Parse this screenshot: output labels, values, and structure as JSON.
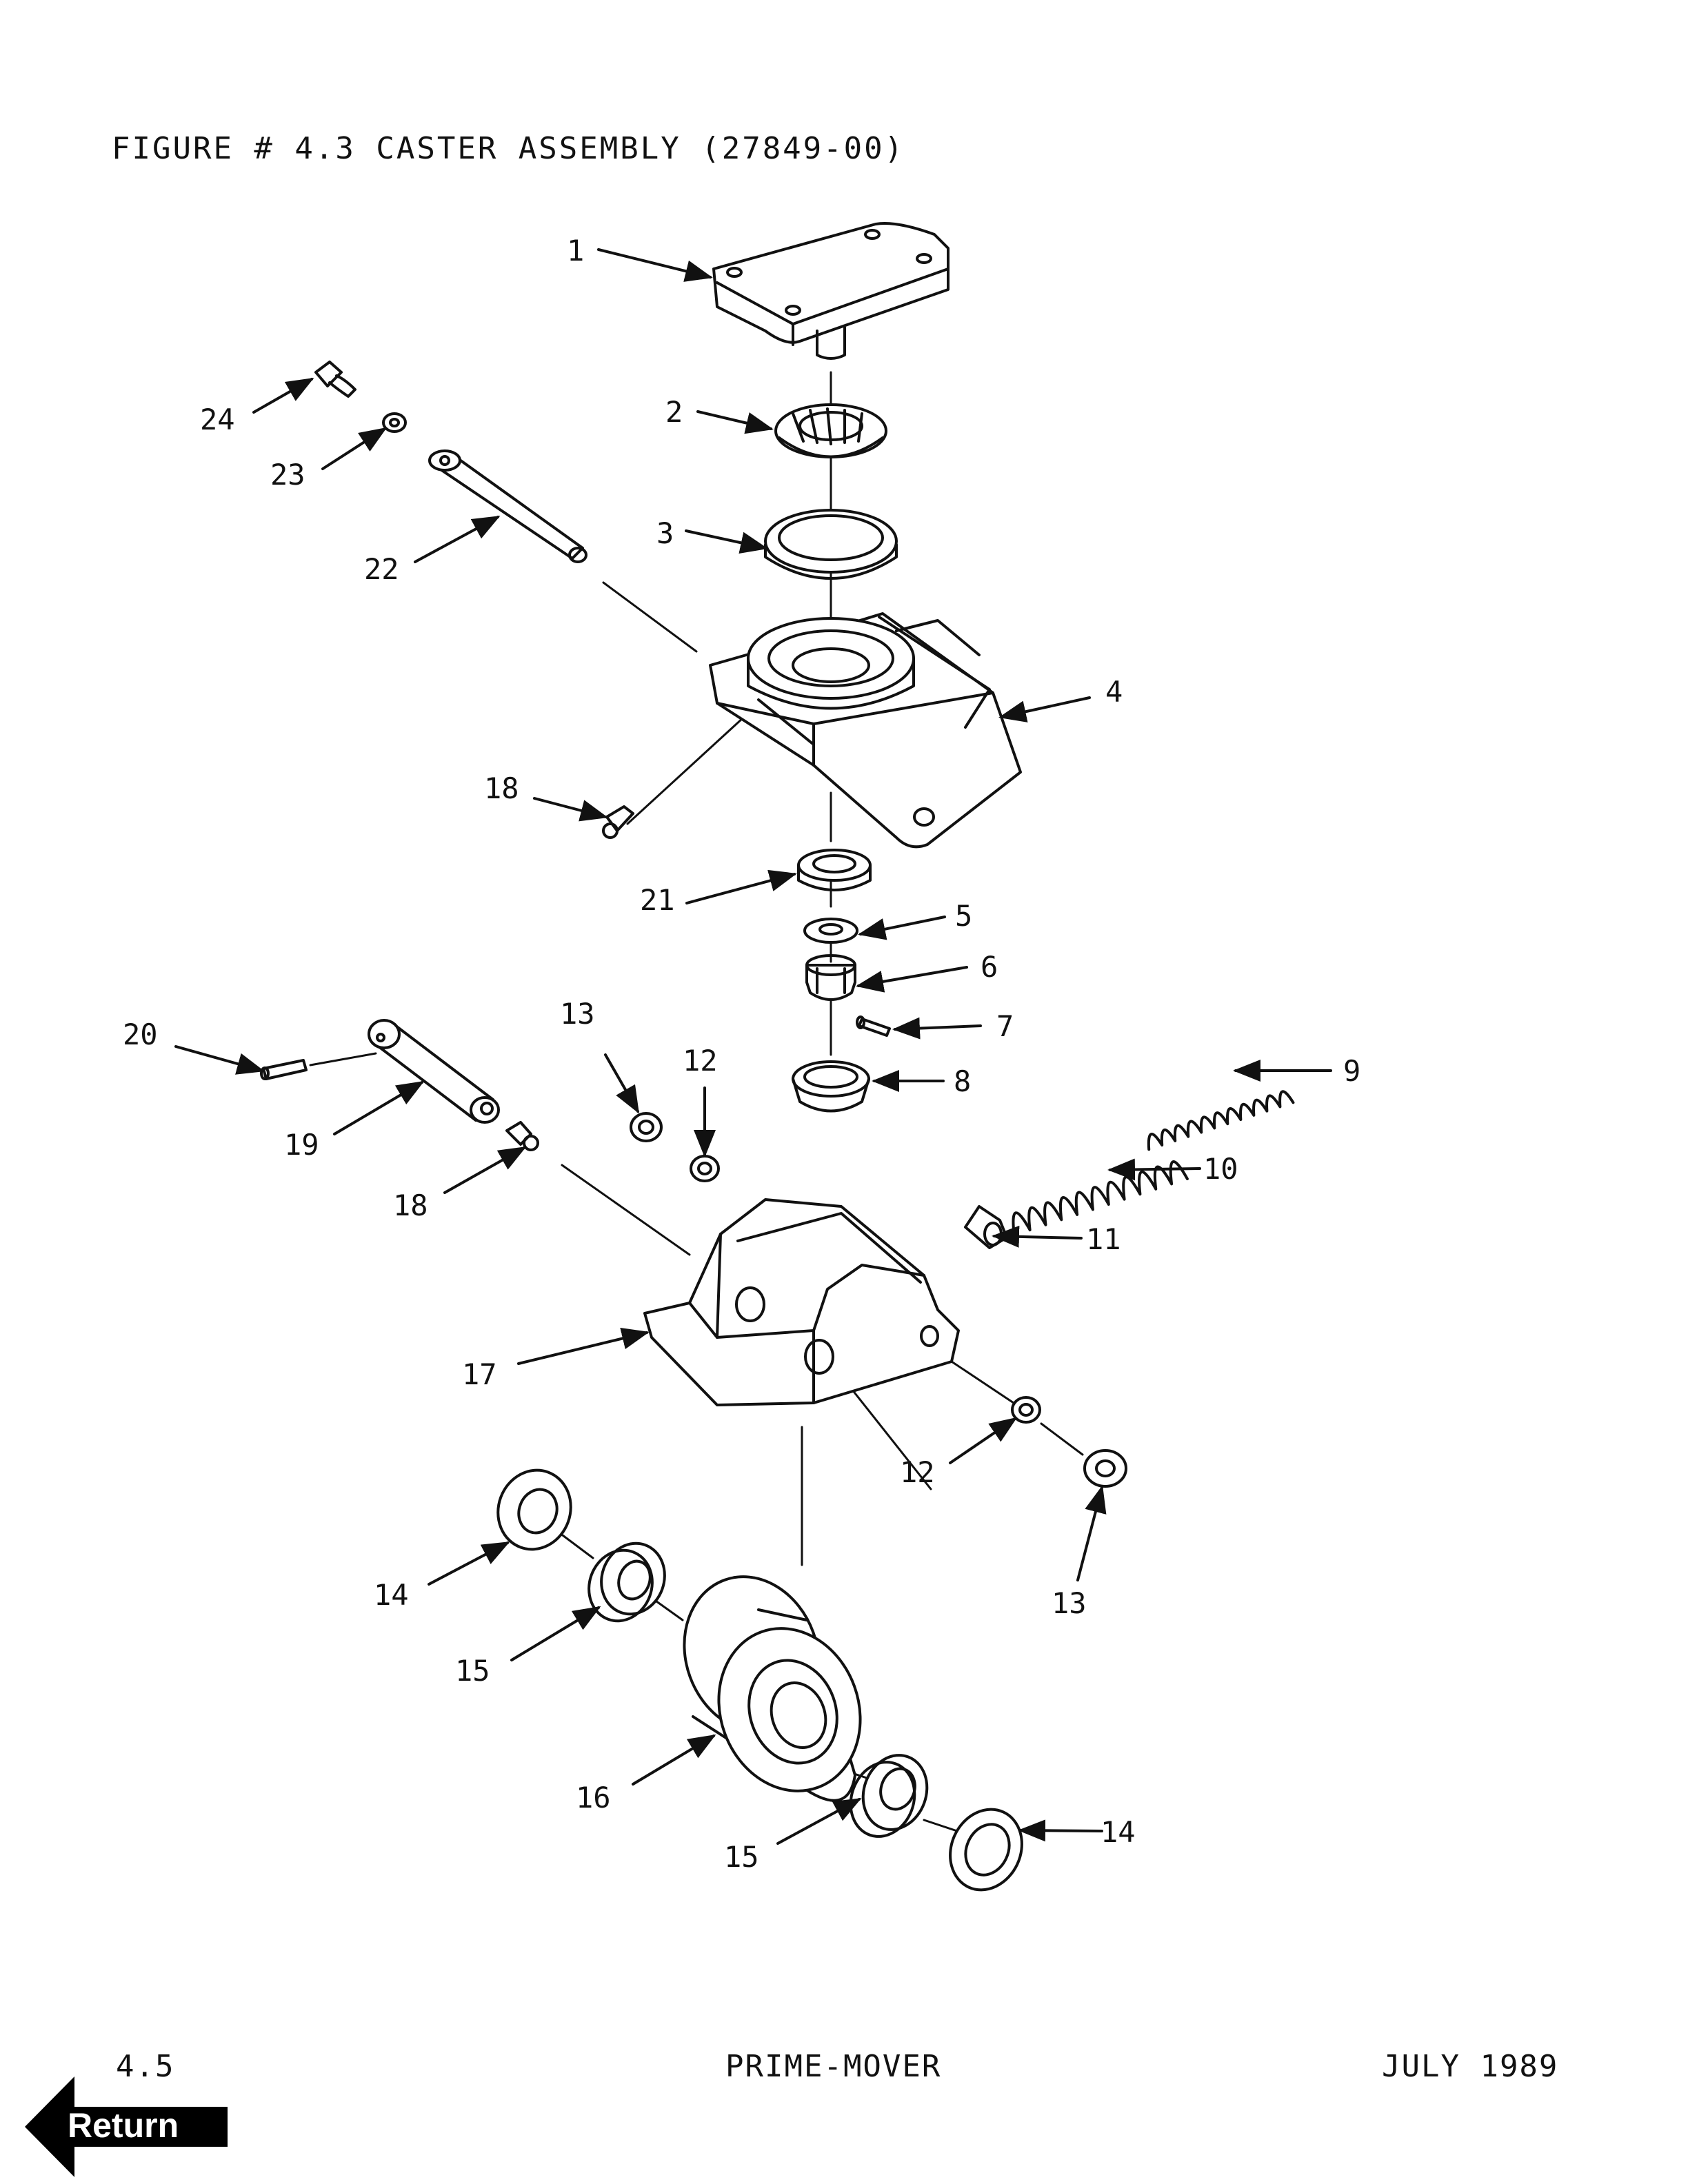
{
  "figure": {
    "title": "FIGURE # 4.3 CASTER ASSEMBLY (27849-00)"
  },
  "callouts": [
    "1",
    "2",
    "3",
    "4",
    "5",
    "6",
    "7",
    "8",
    "9",
    "10",
    "11",
    "12",
    "13",
    "14",
    "15",
    "16",
    "17",
    "18",
    "19",
    "20",
    "21",
    "22",
    "23",
    "24"
  ],
  "callout_labels": {
    "c1": "1",
    "c2": "2",
    "c3": "3",
    "c4": "4",
    "c5": "5",
    "c6": "6",
    "c7": "7",
    "c8": "8",
    "c9": "9",
    "c10": "10",
    "c11": "11",
    "c12a": "12",
    "c12b": "12",
    "c13a": "13",
    "c13b": "13",
    "c14a": "14",
    "c14b": "14",
    "c15a": "15",
    "c15b": "15",
    "c16": "16",
    "c17": "17",
    "c18a": "18",
    "c18b": "18",
    "c19": "19",
    "c20": "20",
    "c21": "21",
    "c22": "22",
    "c23": "23",
    "c24": "24"
  },
  "footer": {
    "page_number": "4.5",
    "product": "PRIME-MOVER",
    "date": "JULY 1989"
  },
  "return_button": {
    "label": "Return"
  }
}
